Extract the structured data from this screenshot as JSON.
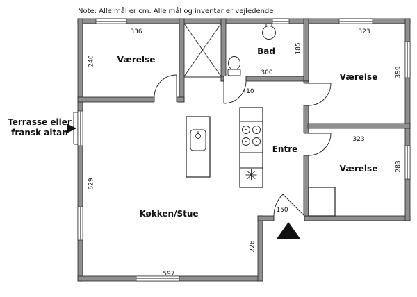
{
  "note": "Note: Alle mål er cm. Alle mål og inventar er vejledende",
  "terrace_label": {
    "line1": "Terrasse eller",
    "line2": "fransk altan"
  },
  "rooms": {
    "bedroom_top_left": {
      "name": "Værelse",
      "width_cm": "336",
      "depth_cm": "240"
    },
    "bathroom": {
      "name": "Bad",
      "width_cm": "300",
      "depth_cm": "185"
    },
    "bedroom_top_right": {
      "name": "Værelse",
      "width_cm": "323",
      "depth_cm": "359"
    },
    "bedroom_mid_right": {
      "name": "Værelse",
      "width_cm": "323",
      "depth_cm": "283"
    },
    "hall": {
      "name": "Entre",
      "width_cm": "410"
    },
    "kitchen_living": {
      "name": "Køkken/Stue",
      "width_cm": "597",
      "depth_cm": "629"
    }
  },
  "entrance": {
    "opening_cm": "150",
    "side_cm": "228"
  },
  "icons": [
    "entrance-arrow-icon",
    "terrace-arrow-icon",
    "toilet-icon",
    "washbasin-icon",
    "sink-icon",
    "stove-icon",
    "star-symbol-icon"
  ],
  "colors": {
    "wall_fill": "#8f8f8f",
    "line": "#1a1a1a",
    "background": "#ffffff"
  }
}
